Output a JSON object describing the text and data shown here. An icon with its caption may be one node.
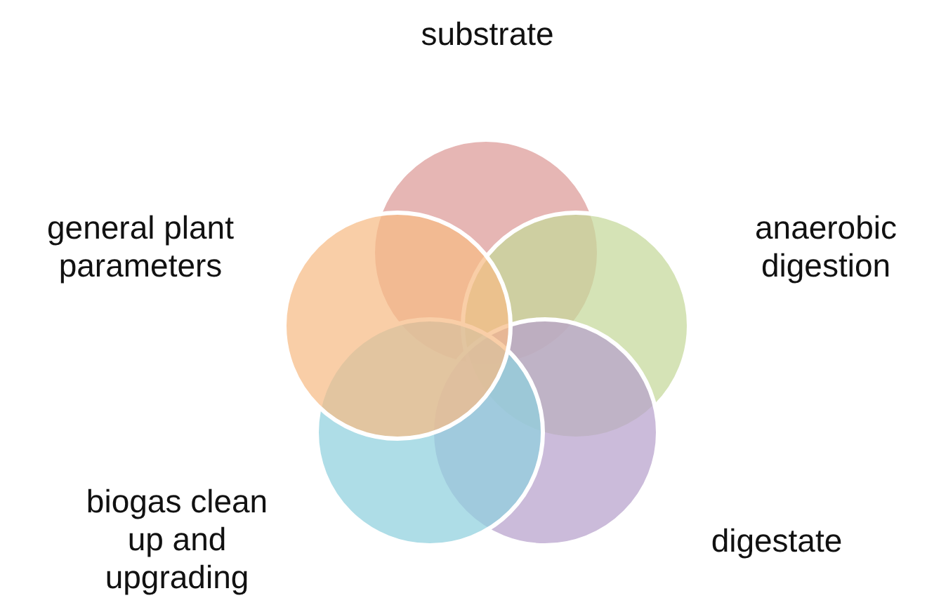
{
  "diagram": {
    "nodes": [
      {
        "text": [
          "substrate"
        ]
      },
      {
        "text": [
          "anaerobic digestion"
        ]
      },
      {
        "text": [
          "digestate"
        ]
      },
      {
        "text": [
          "biogas clean up and upgrading"
        ]
      },
      {
        "text": [
          "general plant parameters"
        ]
      }
    ]
  }
}
